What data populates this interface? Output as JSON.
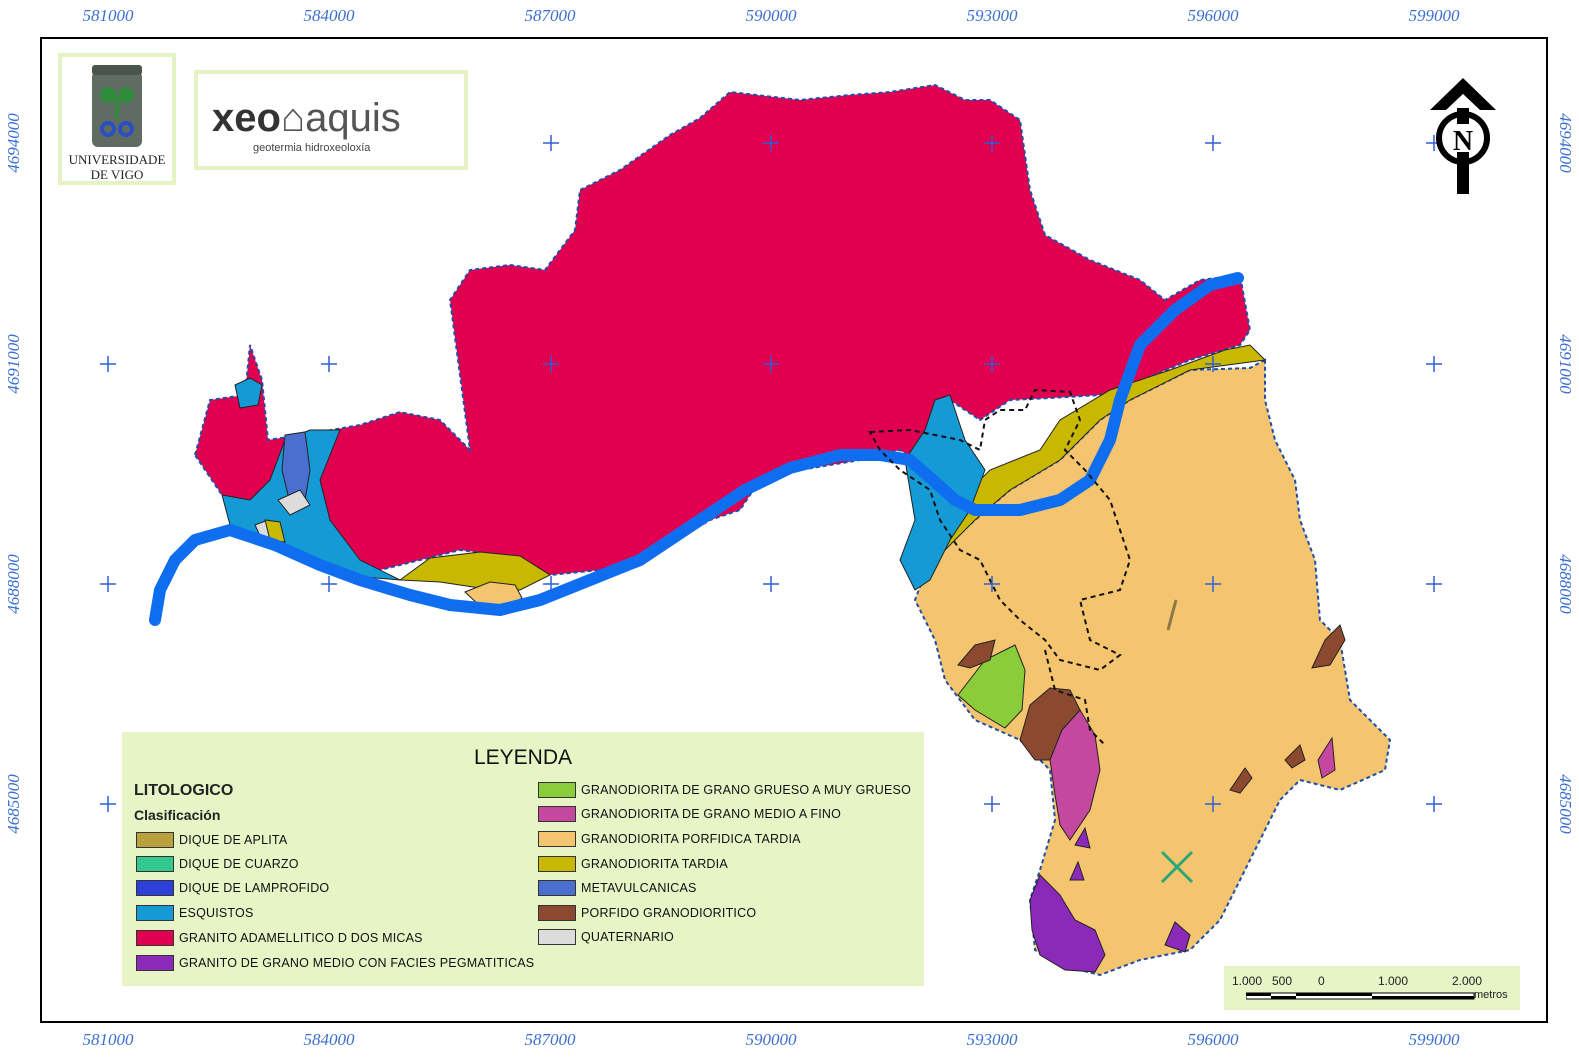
{
  "grid_labels": {
    "x": [
      "581000",
      "584000",
      "587000",
      "590000",
      "593000",
      "596000",
      "599000"
    ],
    "y": [
      "4694000",
      "4691000",
      "4688000",
      "4685000"
    ]
  },
  "logos": {
    "university_line1": "UNIVERSIDADE",
    "university_line2": "DE VIGO",
    "brand_left": "xeo",
    "brand_right": "aquis",
    "brand_tagline": "geotermia  hidroxeoloxía"
  },
  "north_arrow": {
    "letter": "N"
  },
  "legend": {
    "title": "LEYENDA",
    "subtitle": "LITOLOGICO",
    "classification": "Clasificación",
    "items_left": [
      {
        "label": "DIQUE DE APLITA",
        "color": "#b9a23d"
      },
      {
        "label": "DIQUE DE CUARZO",
        "color": "#33c98f"
      },
      {
        "label": "DIQUE DE LAMPROFIDO",
        "color": "#2c3fd6"
      },
      {
        "label": "ESQUISTOS",
        "color": "#149bd6"
      },
      {
        "label": "GRANITO ADAMELLITICO D DOS MICAS",
        "color": "#e0004f"
      },
      {
        "label": "GRANITO DE GRANO MEDIO CON FACIES PEGMATITICAS",
        "color": "#8b2ab8"
      }
    ],
    "items_right": [
      {
        "label": "GRANODIORITA DE GRANO GRUESO A MUY GRUESO",
        "color": "#8bcc3a"
      },
      {
        "label": "GRANODIORITA DE GRANO MEDIO A FINO",
        "color": "#c4489e"
      },
      {
        "label": "GRANODIORITA PORFIDICA TARDIA",
        "color": "#f5c46e"
      },
      {
        "label": "GRANODIORITA TARDIA",
        "color": "#c8b800"
      },
      {
        "label": "METAVULCANICAS",
        "color": "#4a6fcf"
      },
      {
        "label": "PORFIDO GRANODIORITICO",
        "color": "#8b4a30"
      },
      {
        "label": "QUATERNARIO",
        "color": "#dcdcdc"
      }
    ]
  },
  "scale": {
    "labels": [
      "1.000",
      "500",
      "0",
      "1.000",
      "2.000"
    ],
    "unit": "metros"
  },
  "colors": {
    "granito": "#e0004f",
    "porfidica": "#f5c46e",
    "tardia": "#c8b800",
    "esquistos": "#149bd6",
    "river": "#0f6ef0",
    "grid_cross": "#2f5fd6"
  }
}
